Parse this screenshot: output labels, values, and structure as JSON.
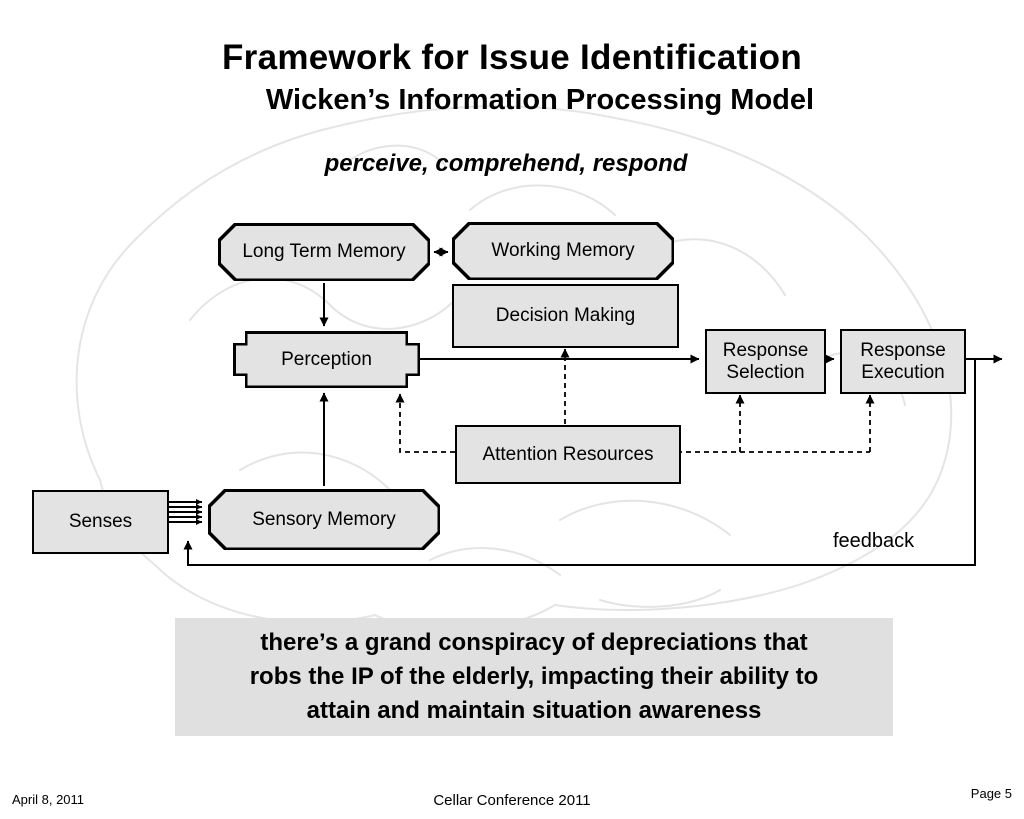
{
  "header": {
    "title": "Framework for Issue Identification",
    "subtitle": "Wicken’s Information Processing Model",
    "tagline": "perceive, comprehend, respond"
  },
  "diagram": {
    "nodes": {
      "long_term_memory": "Long Term Memory",
      "working_memory": "Working Memory",
      "decision_making": "Decision Making",
      "perception": "Perception",
      "response_selection": "Response Selection",
      "response_execution": "Response Execution",
      "attention_resources": "Attention Resources",
      "senses": "Senses",
      "sensory_memory": "Sensory Memory"
    },
    "feedback_label": "feedback"
  },
  "callout": {
    "lines": [
      "there’s a grand conspiracy of depreciations that",
      "robs the IP of the elderly, impacting their ability to",
      "attain and maintain situation awareness"
    ]
  },
  "footer": {
    "date": "April 8, 2011",
    "conference": "Cellar Conference 2011",
    "page": "Page 5"
  },
  "colors": {
    "node_fill": "#e3e3e3",
    "node_border": "#000000",
    "callout_bg": "#e0e0e0",
    "sketch_line": "#cfcfcf"
  }
}
